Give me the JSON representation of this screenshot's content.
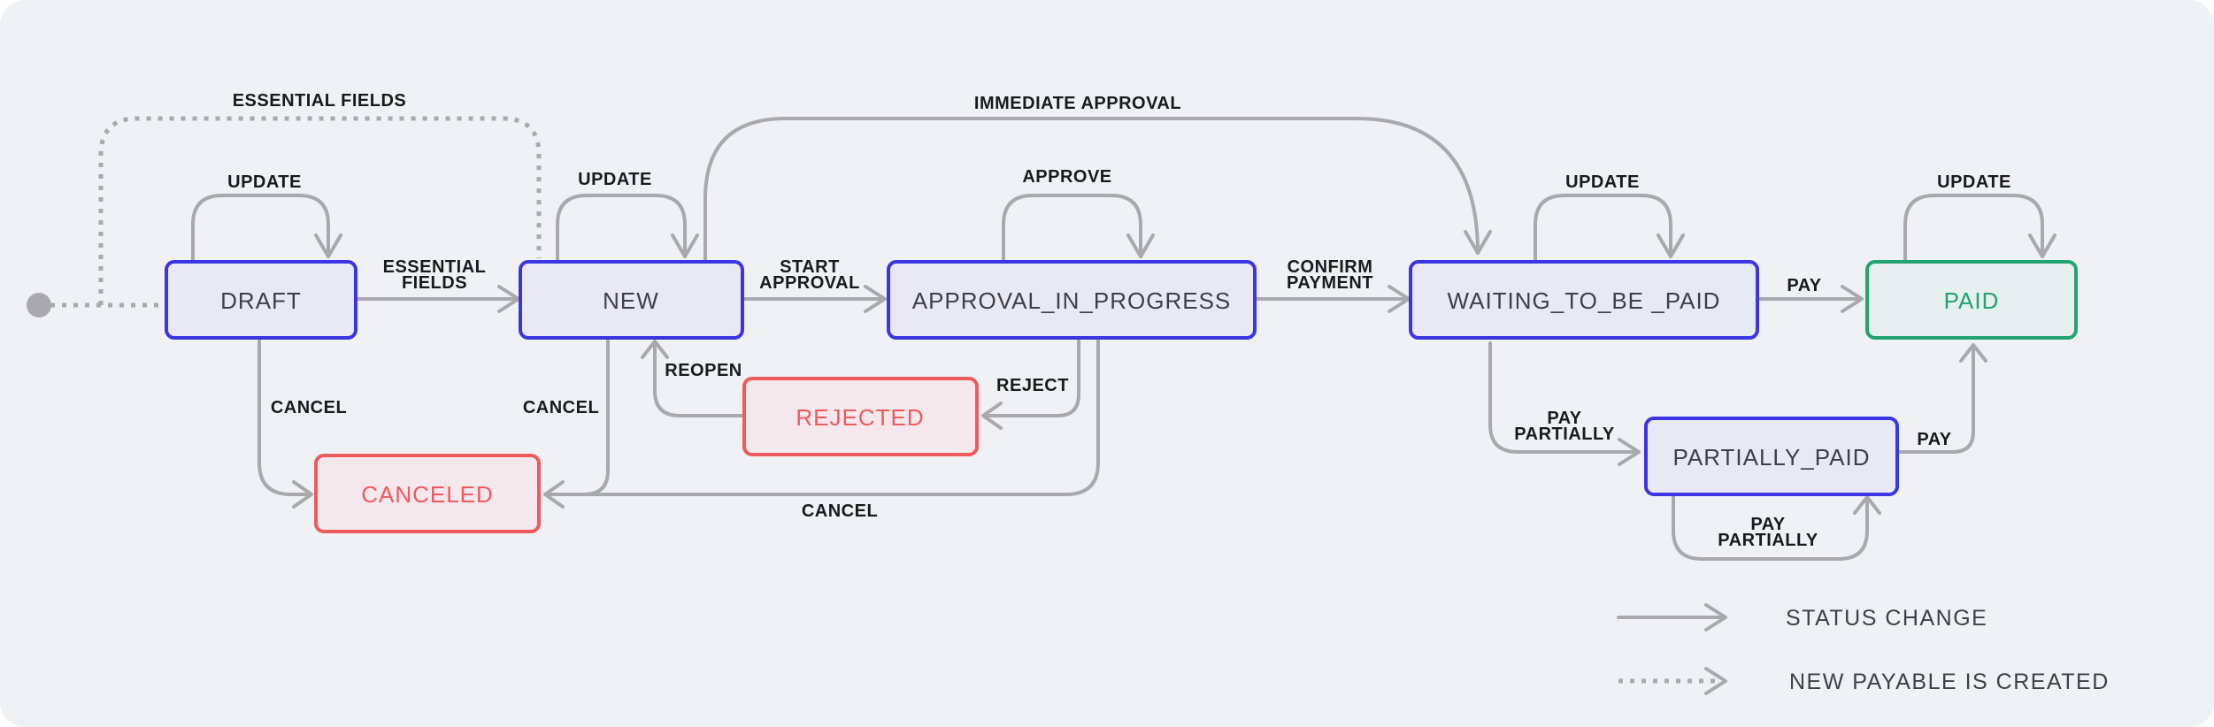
{
  "colors": {
    "background": "#f0f1f5",
    "edge": "#a8a8ad",
    "state_border": "#3b35e3",
    "state_fill": "#e9e9f6",
    "state_text": "#3f3f46",
    "error_border": "#ef5a5f",
    "error_fill": "#f5e8ec",
    "error_text": "#ef5a5f",
    "success_border": "#22a373",
    "success_fill": "#e7efef",
    "success_text": "#22a373"
  },
  "states": {
    "draft": "DRAFT",
    "new": "NEW",
    "approval_in_progress": "APPROVAL_IN_PROGRESS",
    "waiting_to_be_paid": "WAITING_TO_BE _PAID",
    "paid": "PAID",
    "rejected": "REJECTED",
    "canceled": "CANCELED",
    "partially_paid": "PARTIALLY_PAID"
  },
  "transitions": {
    "essential_fields_top": "ESSENTIAL FIELDS",
    "immediate_approval": "IMMEDIATE APPROVAL",
    "update_draft": "UPDATE",
    "update_new": "UPDATE",
    "approve": "APPROVE",
    "update_waiting": "UPDATE",
    "update_paid": "UPDATE",
    "essential_fields_line1": "ESSENTIAL",
    "essential_fields_line2": "FIELDS",
    "start_approval_line1": "START",
    "start_approval_line2": "APPROVAL",
    "confirm_payment_line1": "CONFIRM",
    "confirm_payment_line2": "PAYMENT",
    "pay": "PAY",
    "cancel_draft": "CANCEL",
    "cancel_new": "CANCEL",
    "cancel_approval": "CANCEL",
    "reopen": "REOPEN",
    "reject": "REJECT",
    "pay_partially_line1": "PAY",
    "pay_partially_line2": "PARTIALLY",
    "pay_from_partial": "PAY",
    "pay_partially_loop_line1": "PAY",
    "pay_partially_loop_line2": "PARTIALLY"
  },
  "legend": {
    "status_change": "STATUS CHANGE",
    "new_payable": "NEW PAYABLE IS CREATED"
  }
}
